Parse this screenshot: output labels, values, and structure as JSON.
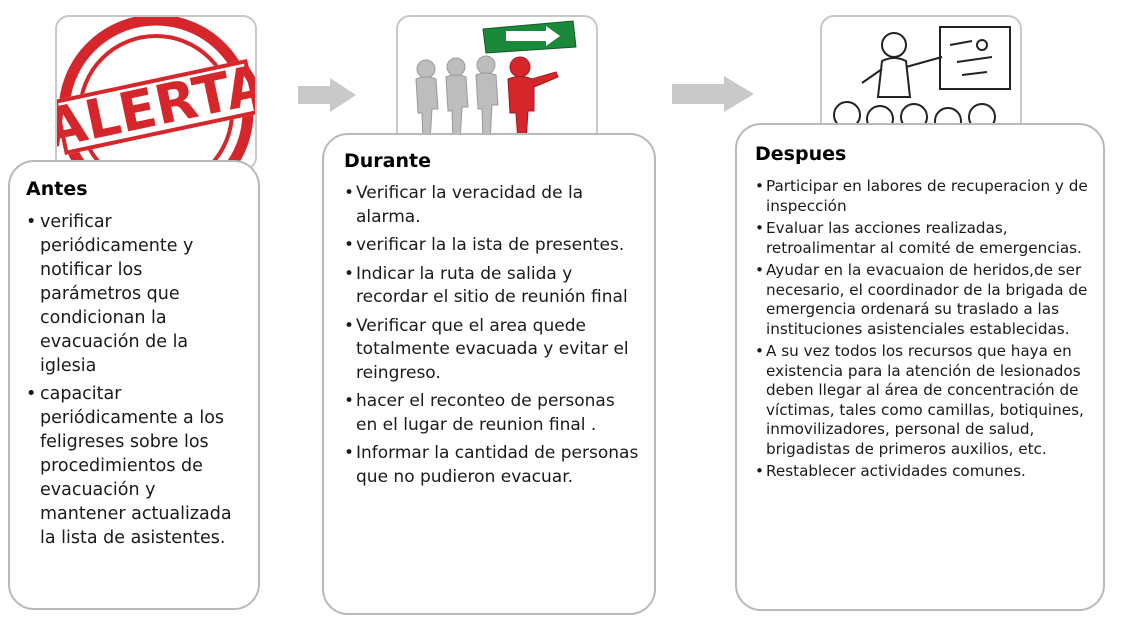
{
  "alert_stamp": {
    "text": "ALERTA",
    "color": "#d5262c"
  },
  "exit_sign": {
    "icon": "right-arrow",
    "color": "#1a8a3a"
  },
  "stages": [
    {
      "title": "Antes",
      "items": [
        "verificar periódicamente y notificar los parámetros que condicionan la evacuación de la iglesia",
        "capacitar periódicamente a los feligreses sobre los procedimientos de evacuación y mantener actualizada la lista de asistentes."
      ]
    },
    {
      "title": "Durante",
      "items": [
        "Verificar la veracidad de la alarma.",
        "verificar la la ista de presentes.",
        "Indicar la ruta de salida y recordar el sitio de reunión final",
        "Verificar que el area quede totalmente evacuada y evitar el reingreso.",
        "hacer el reconteo de personas en el lugar de reunion final .",
        "Informar la cantidad de personas que no pudieron evacuar."
      ]
    },
    {
      "title": "Despues",
      "items": [
        "Participar en labores de recuperacion  y de inspección",
        "Evaluar las acciones realizadas, retroalimentar al comité de emergencias.",
        "Ayudar en la evacuaion de heridos,de ser necesario, el coordinador de la brigada de emergencia ordenará su traslado a las instituciones asistenciales establecidas.",
        "A su vez todos los recursos que haya en existencia para la atención de lesionados deben llegar al área de concentración de víctimas, tales como camillas, botiquines, inmovilizadores, personal de salud, brigadistas de primeros auxilios, etc.",
        "Restablecer actividades comunes."
      ]
    }
  ]
}
